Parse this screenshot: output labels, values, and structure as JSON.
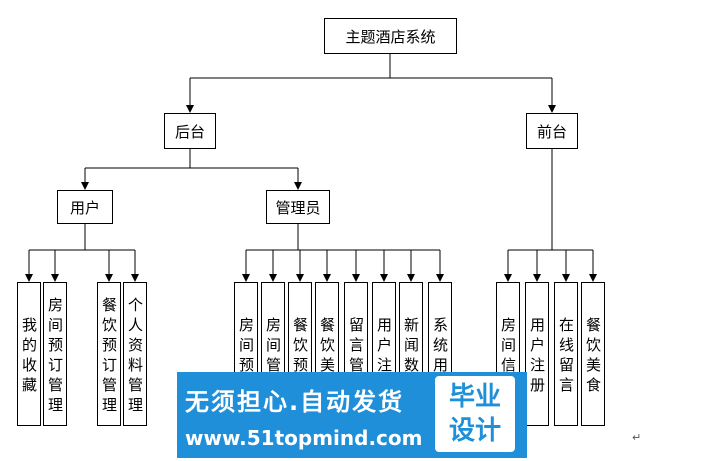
{
  "root": "主题酒店系统",
  "backend": "后台",
  "frontend": "前台",
  "user": "用户",
  "admin": "管理员",
  "user_children": [
    "我的收藏",
    "房间预订管理",
    "餐饮预订管理",
    "个人资料管理"
  ],
  "admin_children": [
    "房间预订",
    "房间管理",
    "餐饮预订",
    "餐饮美食",
    "留言管理",
    "用户注册",
    "新闻数据",
    "系统用户"
  ],
  "front_children": [
    "房间信息",
    "用户注册",
    "在线留言",
    "餐饮美食"
  ],
  "watermark": {
    "slogan": "无须担心.自动发货",
    "url": "www.51topmind.com",
    "badge_line1": "毕业",
    "badge_line2": "设计"
  },
  "paragraph_mark": "↵"
}
